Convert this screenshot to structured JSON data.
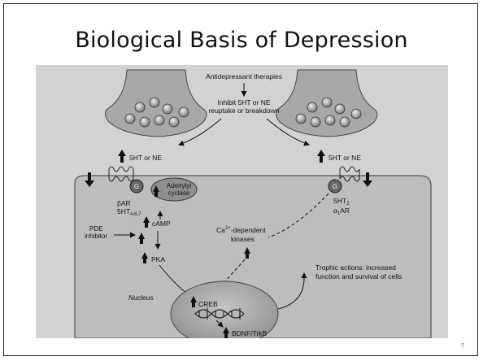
{
  "slide": {
    "title": "Biological Basis of Depression",
    "page_number": "7"
  },
  "diagram": {
    "therapy_label": "Antidepressant therapies",
    "inhibit_line1": "Inhibit 5HT or NE",
    "inhibit_line2": "reuptake or breakdown",
    "nt_left": "5HT or NE",
    "nt_right": "5HT or NE",
    "receptor_left_1": "βAR",
    "receptor_left_2": "5HT",
    "receptor_left_2_sub": "4,6,7",
    "g_protein": "G",
    "adenylyl_1": "Adenylyl",
    "adenylyl_2": "cyclase",
    "camp": "cAMP",
    "pde_1": "PDE",
    "pde_2": "inhibitor",
    "pka": "PKA",
    "receptor_right_1": "5HT",
    "receptor_right_1_sub": "2",
    "receptor_right_2": "α",
    "receptor_right_2_sub": "1",
    "receptor_right_2_tail": "AR",
    "ca_1": "Ca",
    "ca_sup": "2+",
    "ca_tail": "-dependent",
    "ca_2": "kinases",
    "nucleus": "Nucleus",
    "creb": "CREB",
    "bdnf": "BDNF/TrkB",
    "trophic_1": "Trophic actions: increased",
    "trophic_2": "function and survival of cells"
  },
  "colors": {
    "photo_bg": "#cfcfcf",
    "cell_fill": "#bdbdbd",
    "nucleus_fill": "#a9a9a9",
    "terminal_fill": "#a8a8a8"
  }
}
